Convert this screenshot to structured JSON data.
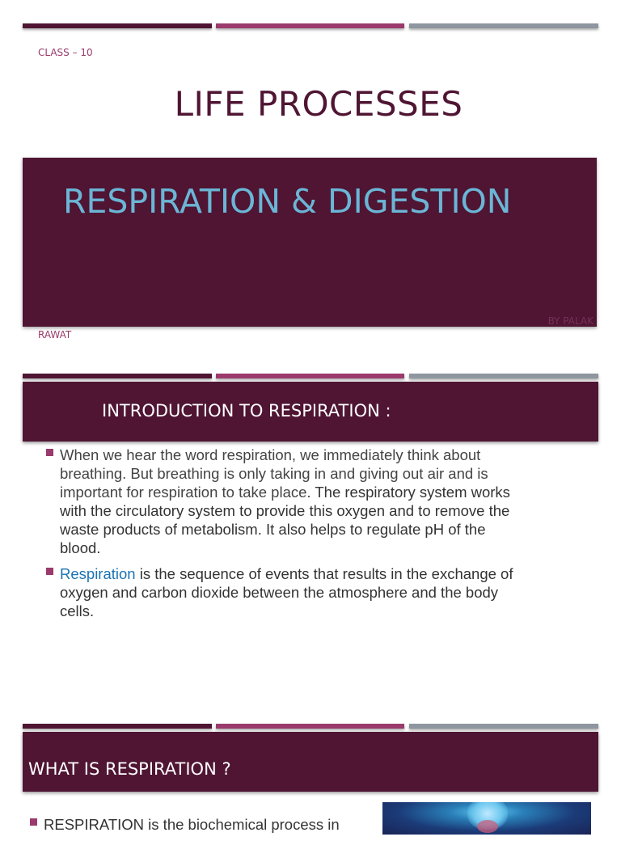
{
  "colors": {
    "primary": "#4f1533",
    "accent": "#9b3a6c",
    "gray": "#8e969f",
    "title_blue": "#6bb6d6",
    "link_blue": "#1a73b5"
  },
  "slide1": {
    "class_label": "CLASS – 10",
    "title": "LIFE PROCESSES",
    "subtitle": "RESPIRATION & DIGESTION",
    "author_part1": "BY PALAK",
    "author_part2": "RAWAT"
  },
  "slide2": {
    "heading": "INTRODUCTION TO RESPIRATION :",
    "bullets": [
      {
        "text_a": "When we hear the word respiration, we immediately think about breathing. But breathing is only taking in and giving out air and is important for respiration to take place.",
        "text_b": " The respiratory system works with the circulatory system to provide this oxygen and to remove the waste products of metabolism. It also helps to regulate pH of the blood."
      },
      {
        "link": "Respiration",
        "text": " is the sequence of events that results in the exchange of oxygen and carbon dioxide between the atmosphere and the body cells."
      }
    ]
  },
  "slide3": {
    "heading": "WHAT IS RESPIRATION ?",
    "bullets": [
      {
        "text": "RESPIRATION is the biochemical process in"
      }
    ],
    "image_alt": "respiratory-system-illustration"
  }
}
